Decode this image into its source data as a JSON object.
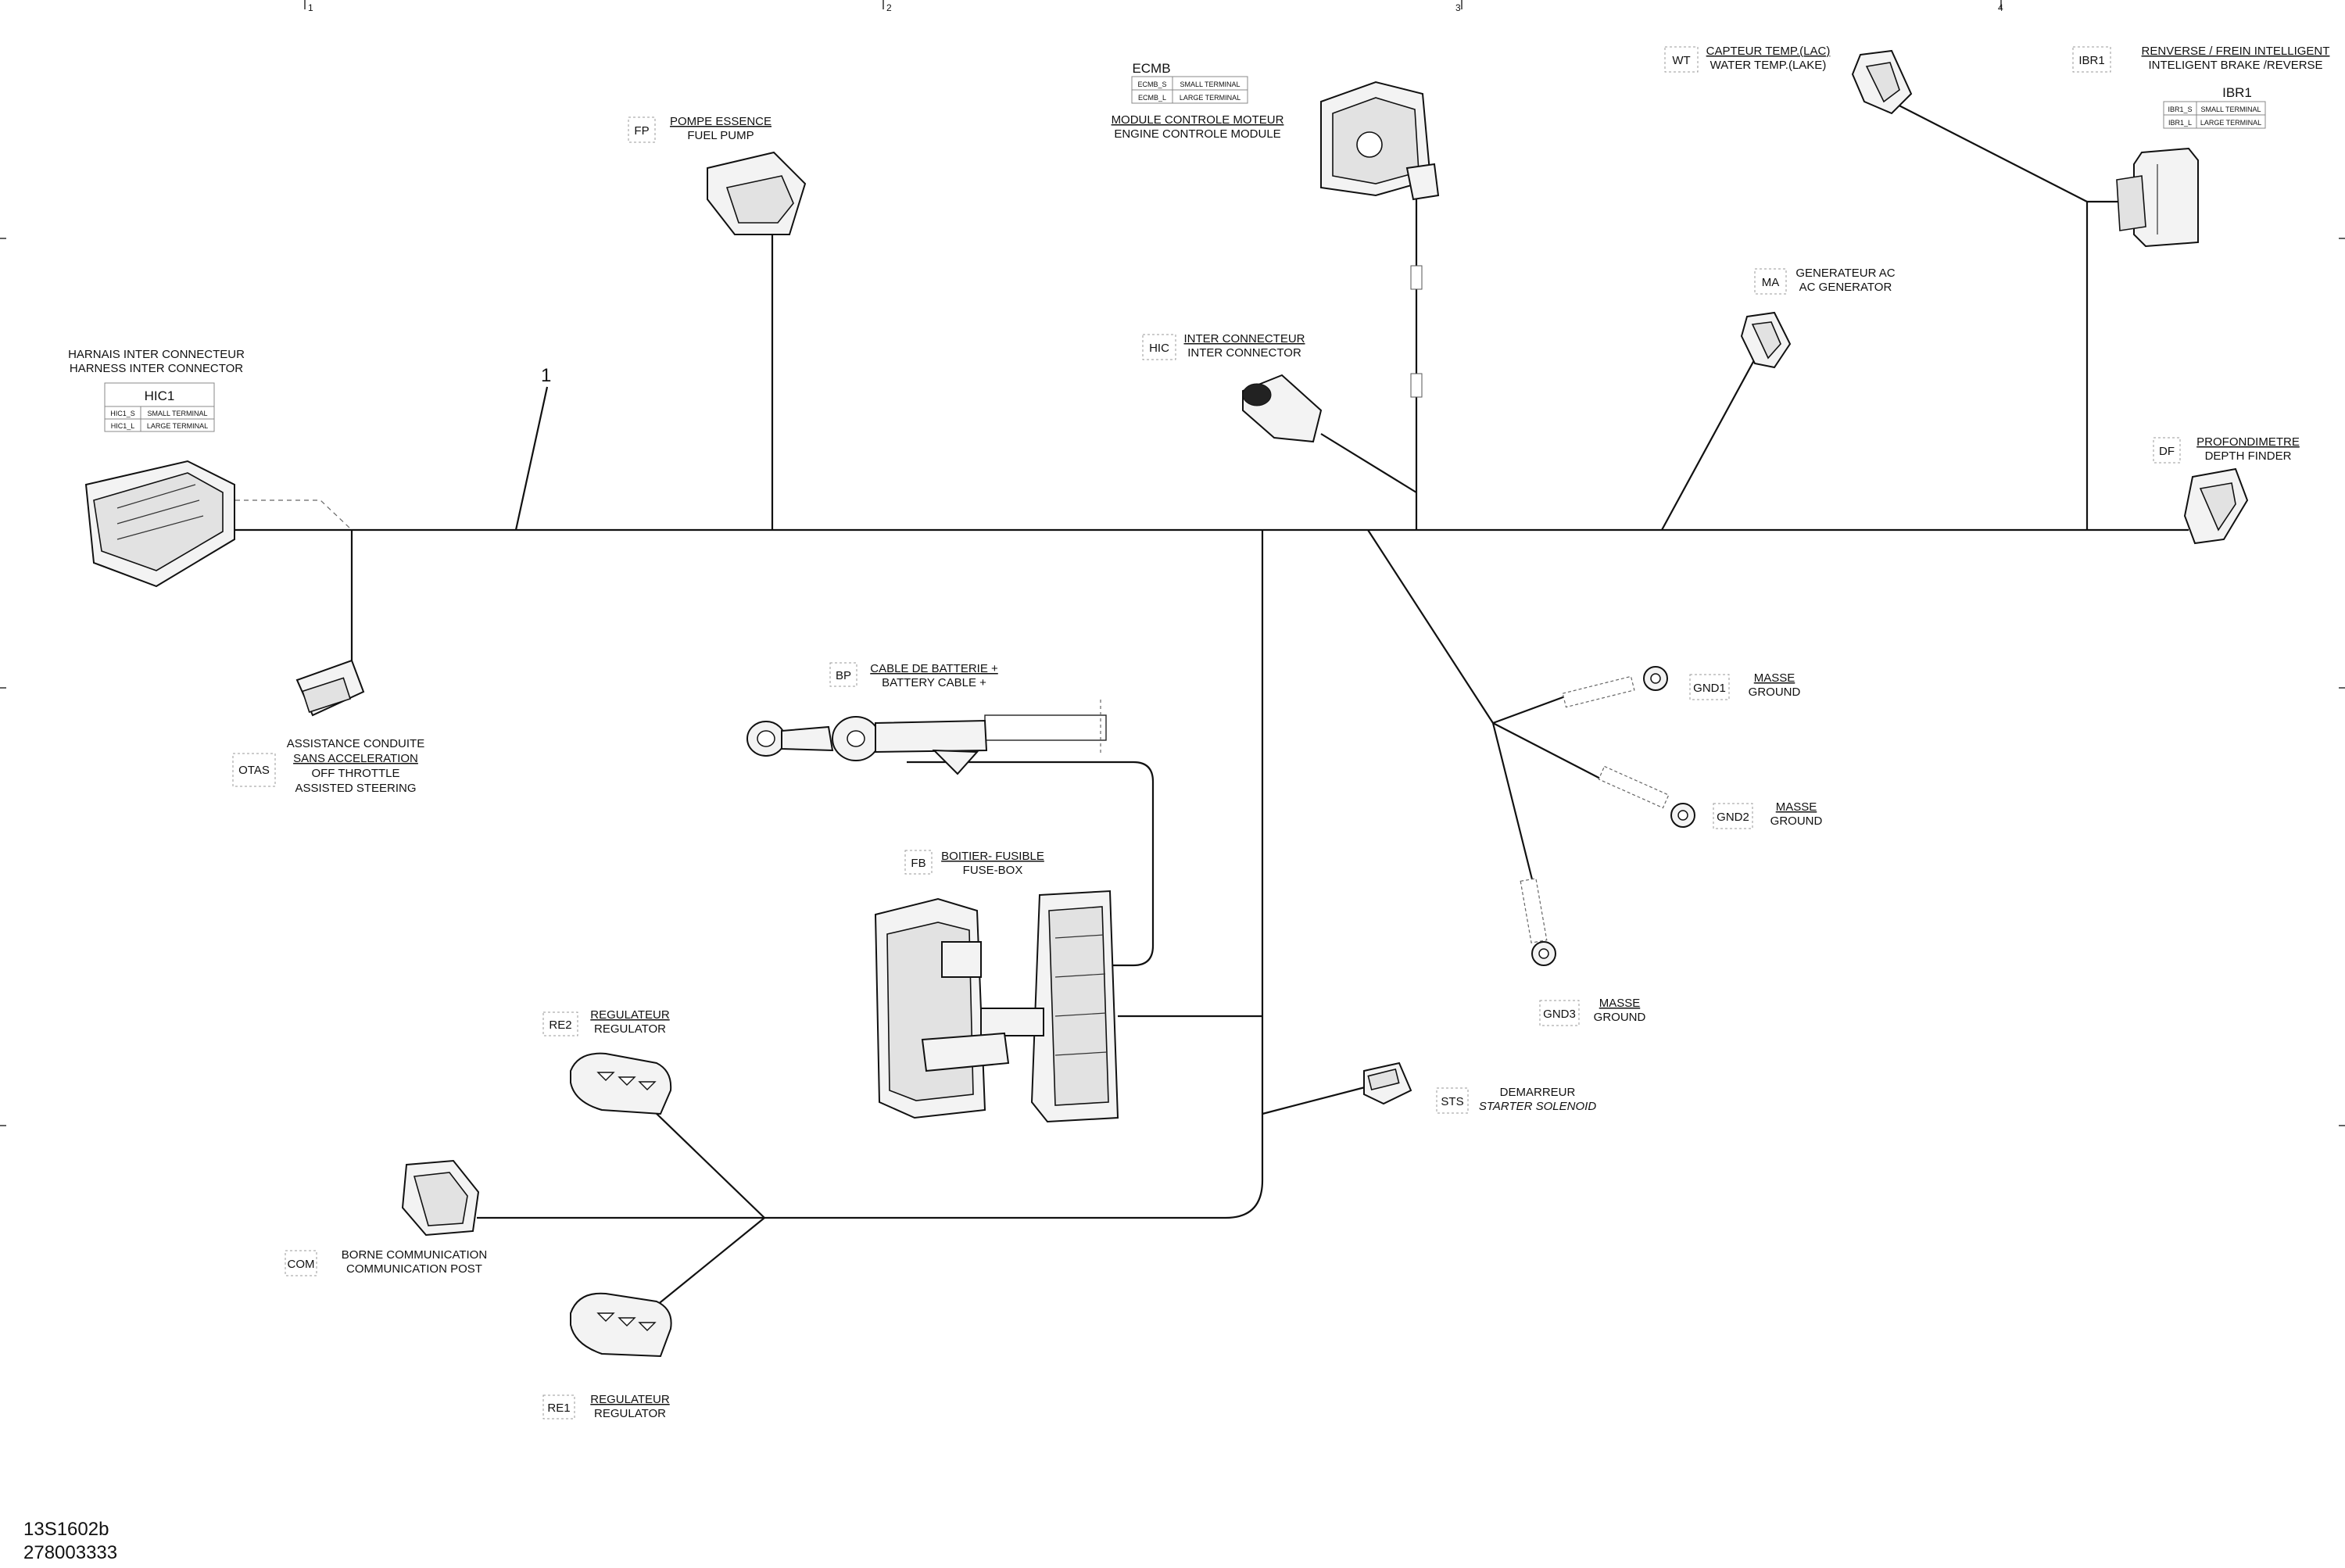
{
  "border_ticks": [
    "1",
    "2",
    "3",
    "4"
  ],
  "callout_number": "1",
  "connectors": {
    "hic1": {
      "code": "HIC1",
      "fr": "HARNAIS INTER CONNECTEUR",
      "en": "HARNESS INTER CONNECTOR",
      "rows": [
        {
          "id": "HIC1_S",
          "desc": "SMALL TERMINAL"
        },
        {
          "id": "HIC1_L",
          "desc": "LARGE TERMINAL"
        }
      ]
    },
    "otas": {
      "code": "OTAS",
      "lines": [
        "ASSISTANCE CONDUITE",
        "SANS ACCELERATION",
        "OFF THROTTLE",
        "ASSISTED STEERING"
      ]
    },
    "fp": {
      "code": "FP",
      "fr": "POMPE ESSENCE",
      "en": "FUEL PUMP"
    },
    "ecmb": {
      "code": "ECMB",
      "fr": "MODULE CONTROLE MOTEUR",
      "en": "ENGINE CONTROLE MODULE",
      "rows": [
        {
          "id": "ECMB_S",
          "desc": "SMALL TERMINAL"
        },
        {
          "id": "ECMB_L",
          "desc": "LARGE TERMINAL"
        }
      ]
    },
    "hic": {
      "code": "HIC",
      "fr": "INTER CONNECTEUR",
      "en": "INTER CONNECTOR"
    },
    "wt": {
      "code": "WT",
      "fr": "CAPTEUR TEMP.(LAC)",
      "en": "WATER TEMP.(LAKE)"
    },
    "ma": {
      "code": "MA",
      "fr": "GENERATEUR AC",
      "en": "AC GENERATOR"
    },
    "ibr1": {
      "code": "IBR1",
      "fr": "RENVERSE / FREIN INTELLIGENT",
      "en": "INTELIGENT BRAKE /REVERSE",
      "rows": [
        {
          "id": "IBR1_S",
          "desc": "SMALL TERMINAL"
        },
        {
          "id": "IBR1_L",
          "desc": "LARGE TERMINAL"
        }
      ]
    },
    "df": {
      "code": "DF",
      "fr": "PROFONDIMETRE",
      "en": "DEPTH FINDER"
    },
    "bp": {
      "code": "BP",
      "fr": "CABLE DE BATTERIE +",
      "en": "BATTERY CABLE +"
    },
    "fb": {
      "code": "FB",
      "fr": "BOITIER- FUSIBLE",
      "en": "FUSE-BOX"
    },
    "gnd1": {
      "code": "GND1",
      "fr": "MASSE",
      "en": "GROUND"
    },
    "gnd2": {
      "code": "GND2",
      "fr": "MASSE",
      "en": "GROUND"
    },
    "gnd3": {
      "code": "GND3",
      "fr": "MASSE",
      "en": "GROUND"
    },
    "sts": {
      "code": "STS",
      "fr": "DEMARREUR",
      "en": "STARTER SOLENOID"
    },
    "re2": {
      "code": "RE2",
      "fr": "REGULATEUR",
      "en": "REGULATOR"
    },
    "re1": {
      "code": "RE1",
      "fr": "REGULATEUR",
      "en": "REGULATOR"
    },
    "com": {
      "code": "COM",
      "fr": "BORNE COMMUNICATION",
      "en": "COMMUNICATION POST"
    }
  },
  "drawing_refs": [
    "13S1602b",
    "278003333"
  ]
}
